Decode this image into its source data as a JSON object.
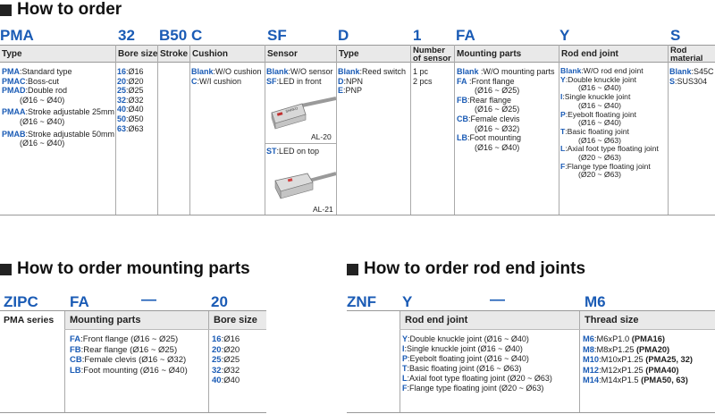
{
  "sections": {
    "main_title": "How to order",
    "mounting_title": "How to order mounting parts",
    "rod_title": "How to order rod end joints"
  },
  "main": {
    "codes": [
      "PMA",
      "32",
      "B50",
      "C",
      "SF",
      "D",
      "1",
      "FA",
      "Y",
      "S"
    ],
    "headers": {
      "type": "Type",
      "bore": "Bore size",
      "stroke": "Stroke",
      "cushion": "Cushion",
      "sensor": "Sensor",
      "sensor_type": "Type",
      "number_of_sensor": "Number of sensor",
      "mounting": "Mounting parts",
      "rod_end": "Rod end joint",
      "rod_material": "Rod material"
    },
    "types": [
      {
        "code": "PMA",
        "desc": ":Standard type",
        "sub": ""
      },
      {
        "code": "PMAC",
        "desc": ":Boss-cut",
        "sub": ""
      },
      {
        "code": "PMAD",
        "desc": ":Double rod",
        "sub": "(Ø16 ~ Ø40)"
      },
      {
        "code": "PMAA",
        "desc": ":Stroke adjustable 25mm",
        "sub": "(Ø16 ~ Ø40)"
      },
      {
        "code": "PMAB",
        "desc": ":Stroke adjustable 50mm",
        "sub": "(Ø16 ~ Ø40)"
      }
    ],
    "bores": [
      {
        "code": "16",
        "desc": ":Ø16"
      },
      {
        "code": "20",
        "desc": ":Ø20"
      },
      {
        "code": "25",
        "desc": ":Ø25"
      },
      {
        "code": "32",
        "desc": ":Ø32"
      },
      {
        "code": "40",
        "desc": ":Ø40"
      },
      {
        "code": "50",
        "desc": ":Ø50"
      },
      {
        "code": "63",
        "desc": ":Ø63"
      }
    ],
    "cushions": [
      {
        "code": "Blank",
        "desc": ":W/O cushion"
      },
      {
        "code": "C",
        "desc": ":W/I cushion"
      }
    ],
    "sensors": [
      {
        "code": "Blank",
        "desc": ":W/O sensor"
      },
      {
        "code": "SF",
        "desc": ":LED in front"
      }
    ],
    "sensor_pic1_label": "AL-20",
    "sensor_st": {
      "code": "ST",
      "desc": ":LED on top"
    },
    "sensor_pic2_label": "AL-21",
    "sensor_brand": "SHAKO",
    "sensor_types": [
      {
        "code": "Blank",
        "desc": ":Reed switch"
      },
      {
        "code": "D",
        "desc": ":NPN"
      },
      {
        "code": "E",
        "desc": ":PNP"
      }
    ],
    "numbers": [
      "1 pc",
      "2 pcs"
    ],
    "mountings": [
      {
        "code": "Blank",
        "desc": " :W/O mounting parts",
        "sub": ""
      },
      {
        "code": "FA",
        "desc": " :Front flange",
        "sub": "(Ø16 ~ Ø25)"
      },
      {
        "code": "FB",
        "desc": ":Rear flange",
        "sub": "(Ø16 ~ Ø25)"
      },
      {
        "code": "CB",
        "desc": ":Female clevis",
        "sub": "(Ø16 ~ Ø32)"
      },
      {
        "code": "LB",
        "desc": ":Foot mounting",
        "sub": "(Ø16 ~ Ø40)"
      }
    ],
    "rod_ends": [
      {
        "code": "Blank",
        "desc": ":W/O rod end joint",
        "sub": ""
      },
      {
        "code": "Y",
        "desc": ":Double knuckle joint",
        "sub": "(Ø16 ~ Ø40)"
      },
      {
        "code": "I",
        "desc": ":Single knuckle joint",
        "sub": "(Ø16 ~ Ø40)"
      },
      {
        "code": "P",
        "desc": ":Eyebolt floating joint",
        "sub": "(Ø16 ~ Ø40)"
      },
      {
        "code": "T",
        "desc": ":Basic floating joint",
        "sub": "(Ø16 ~ Ø63)"
      },
      {
        "code": "L",
        "desc": ":Axial foot type floating joint",
        "sub": "(Ø20 ~ Ø63)"
      },
      {
        "code": "F",
        "desc": ":Flange type floating joint",
        "sub": "(Ø20 ~ Ø63)"
      }
    ],
    "materials": [
      {
        "code": "Blank",
        "desc": ":S45C"
      },
      {
        "code": "S",
        "desc": ":SUS304"
      }
    ]
  },
  "mounting_parts": {
    "codes": [
      "ZIPC",
      "FA",
      "—",
      "20"
    ],
    "headers": {
      "series": "PMA series",
      "parts": "Mounting parts",
      "bore": "Bore size"
    },
    "parts": [
      {
        "code": "FA",
        "desc": ":Front flange (Ø16 ~ Ø25)"
      },
      {
        "code": "FB",
        "desc": ":Rear flange (Ø16 ~ Ø25)"
      },
      {
        "code": "CB",
        "desc": ":Female clevis (Ø16 ~ Ø32)"
      },
      {
        "code": "LB",
        "desc": ":Foot mounting (Ø16 ~ Ø40)"
      }
    ],
    "bores": [
      {
        "code": "16",
        "desc": ":Ø16"
      },
      {
        "code": "20",
        "desc": ":Ø20"
      },
      {
        "code": "25",
        "desc": ":Ø25"
      },
      {
        "code": "32",
        "desc": ":Ø32"
      },
      {
        "code": "40",
        "desc": ":Ø40"
      }
    ]
  },
  "rod_end_joints": {
    "codes": [
      "ZNF",
      "Y",
      "—",
      "M6"
    ],
    "headers": {
      "joint": "Rod end joint",
      "thread": "Thread size"
    },
    "joints": [
      {
        "code": "Y",
        "desc": ":Double knuckle joint (Ø16 ~ Ø40)"
      },
      {
        "code": "I",
        "desc": ":Single knuckle joint (Ø16 ~ Ø40)"
      },
      {
        "code": "P",
        "desc": ":Eyebolt floating joint (Ø16 ~ Ø40)"
      },
      {
        "code": "T",
        "desc": ":Basic floating joint (Ø16 ~ Ø63)"
      },
      {
        "code": "L",
        "desc": ":Axial foot type floating joint (Ø20 ~ Ø63)"
      },
      {
        "code": "F",
        "desc": ":Flange type floating joint (Ø20 ~ Ø63)"
      }
    ],
    "threads": [
      {
        "code": "M6",
        "desc": ":M6xP1.0 ",
        "note": "(PMA16)"
      },
      {
        "code": "M8",
        "desc": ":M8xP1.25 ",
        "note": "(PMA20)"
      },
      {
        "code": "M10",
        "desc": ":M10xP1.25 ",
        "note": "(PMA25, 32)"
      },
      {
        "code": "M12",
        "desc": ":M12xP1.25 ",
        "note": "(PMA40)"
      },
      {
        "code": "M14",
        "desc": ":M14xP1.5 ",
        "note": "(PMA50, 63)"
      }
    ]
  }
}
